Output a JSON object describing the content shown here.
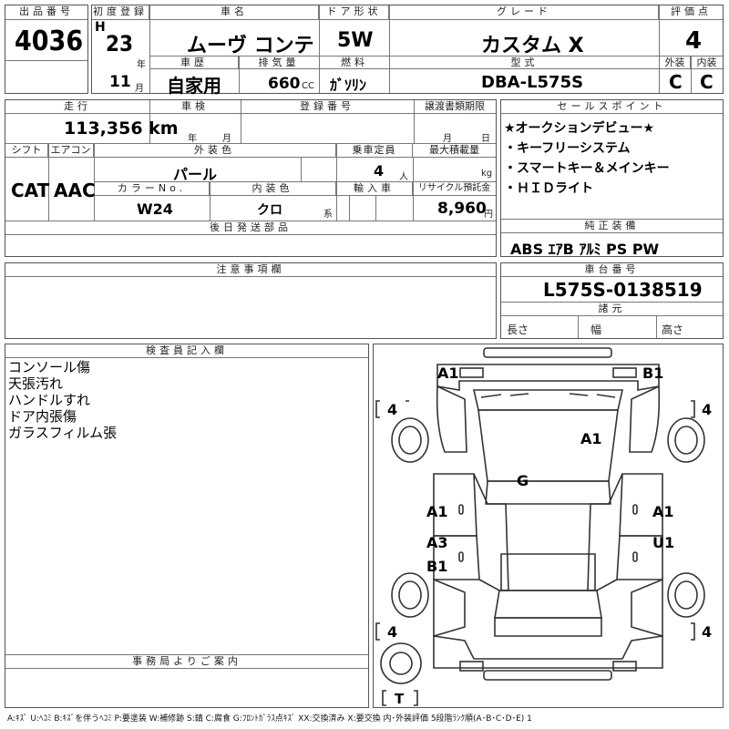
{
  "header": {
    "lot_label": "出品番号",
    "lot_value": "4036",
    "first_reg_label": "初度登録",
    "era": "H",
    "year": "23",
    "year_unit": "年",
    "month": "11",
    "month_unit": "月",
    "car_name_label": "車名",
    "car_name": "ムーヴ コンテ",
    "door_label": "ドア形状",
    "door": "5W",
    "grade_label": "グレード",
    "grade": "カスタム X",
    "score_label": "評価点",
    "score": "4",
    "history_label": "車歴",
    "history": "自家用",
    "displacement_label": "排気量",
    "displacement": "660",
    "displacement_unit": "CC",
    "fuel_label": "燃料",
    "fuel": "ｶﾞｿﾘﾝ",
    "model_label": "型式",
    "model": "DBA-L575S",
    "exterior_label": "外装",
    "exterior": "C",
    "interior_label": "内装",
    "interior": "C"
  },
  "section2": {
    "mileage_label": "走行",
    "mileage": "113,356 km",
    "inspection_label": "車検",
    "inspection_year": "年",
    "inspection_month": "月",
    "regno_label": "登録番号",
    "transfer_label": "譲渡書類期限",
    "transfer_month": "月",
    "transfer_day": "日",
    "shift_label": "シフト",
    "shift": "CAT",
    "ac_label": "エアコン",
    "ac": "AAC",
    "color_label": "外装色",
    "color": "パール",
    "capacity_label": "乗車定員",
    "capacity": "4",
    "capacity_unit": "人",
    "loadcap_label": "最大積載量",
    "loadcap_unit": "kg",
    "colorno_label": "カラーNo.",
    "colorno": "W24",
    "intcolor_label": "内装色",
    "intcolor": "クロ",
    "intcolor_unit": "系",
    "import_label": "輸入車",
    "recycle_label": "リサイクル預託金",
    "recycle": "8,960",
    "recycle_unit": "円",
    "later_label": "後日発送部品"
  },
  "sales_points": {
    "label": "セールスポイント",
    "items": [
      "★オークションデビュー★",
      "・キーフリーシステム",
      "・スマートキー＆メインキー",
      "・ＨＩＤライト"
    ]
  },
  "equipment": {
    "label": "純正装備",
    "value": "ABS ｴｱB ｱﾙﾐ PS PW"
  },
  "caution": {
    "label": "注意事項欄"
  },
  "chassis": {
    "label": "車台番号",
    "value": "L575S-0138519",
    "spec_label": "諸元",
    "length_label": "長さ",
    "width_label": "幅",
    "height_label": "高さ"
  },
  "inspector": {
    "label": "検査員記入欄",
    "notes": [
      "コンソール傷",
      "天張汚れ",
      "ハンドルすれ",
      "ドア内張傷",
      "ガラスフィルム張"
    ]
  },
  "office": {
    "label": "事務局よりご案内"
  },
  "diagram": {
    "marks": {
      "front_left": "A1",
      "front_right": "B1",
      "hood": "A1",
      "roof": "G",
      "left_front_door": "A1",
      "right_front_door": "A1",
      "left_rear_door_a": "A3",
      "left_rear_door_b": "B1",
      "right_rear_door": "U1",
      "tire_fl": "4",
      "tire_fr": "4",
      "tire_rl": "4",
      "tire_rr": "4",
      "trunk": "T"
    }
  },
  "glossary": "A:ｷｽﾞ U:ﾍｺﾐ B:ｷｽﾞを伴うﾍｺﾐ P:要塗装 W:補修跡 S:錆 C:腐食 G:ﾌﾛﾝﾄｶﾞﾗｽ点ｷｽﾞ XX:交換済み X:要交換 内･外装評価 5段階ﾗﾝｸ順(A･B･C･D･E) 1"
}
